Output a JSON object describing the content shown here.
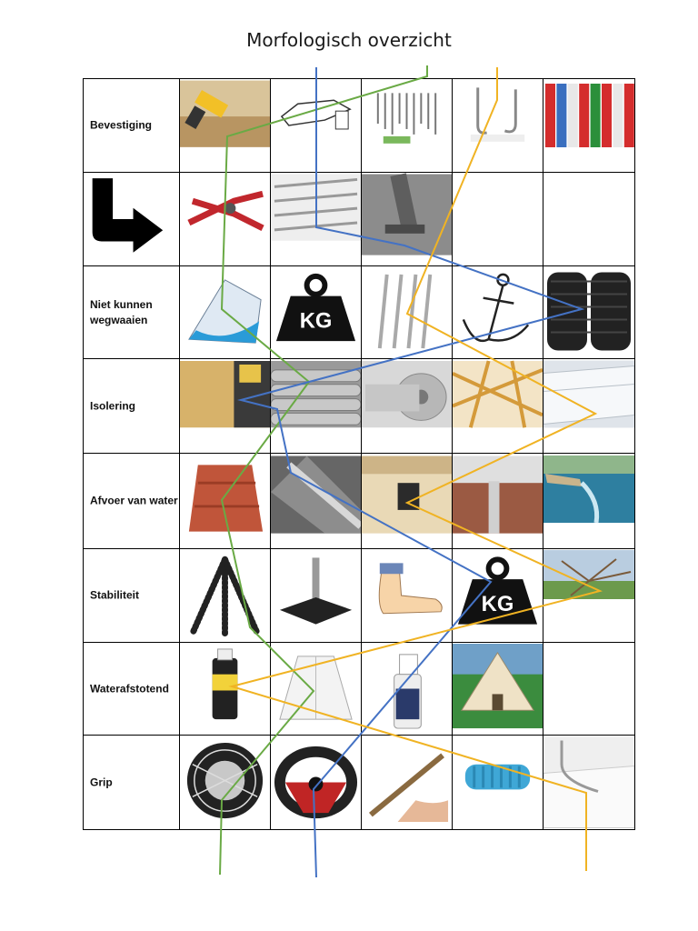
{
  "title": "Morfologisch overzicht",
  "rows": [
    {
      "label": "Bevestiging",
      "options": [
        "glue-gun",
        "roof-bracket",
        "screws-and-nails",
        "hooks",
        "sealant-tubes"
      ]
    },
    {
      "label": "",
      "row_icon": "turn-arrow-icon",
      "options": [
        "clamp",
        "rails",
        "post-anchor",
        "",
        ""
      ]
    },
    {
      "label": "Niet kunnen wegwaaien",
      "options": [
        "beach-tent",
        "weight-kg",
        "tent-pegs",
        "anchor",
        "tires"
      ]
    },
    {
      "label": "Isolering",
      "options": [
        "osb-insulation",
        "pipe-foam",
        "foil-roll",
        "wooden-roof-frame",
        "foam-boards"
      ]
    },
    {
      "label": "Afvoer van water",
      "options": [
        "roof-tiles",
        "drain-channel",
        "roof-corner",
        "gutter",
        "water-spout"
      ]
    },
    {
      "label": "Stabiliteit",
      "options": [
        "tripod",
        "umbrella-base",
        "foot",
        "weight-kg",
        "tree-roots"
      ]
    },
    {
      "label": "Waterafstotend",
      "options": [
        "spray-can",
        "raincoat",
        "spray-bottle",
        "bell-tent",
        ""
      ]
    },
    {
      "label": "Grip",
      "options": [
        "snow-chain-wheel",
        "steering-wheel",
        "pen",
        "rubber-grip",
        "shower-tray"
      ]
    }
  ],
  "weight_label": "KG",
  "line_colors": {
    "green": "#6aaa45",
    "blue": "#4472c4",
    "yellow": "#f0b323"
  }
}
